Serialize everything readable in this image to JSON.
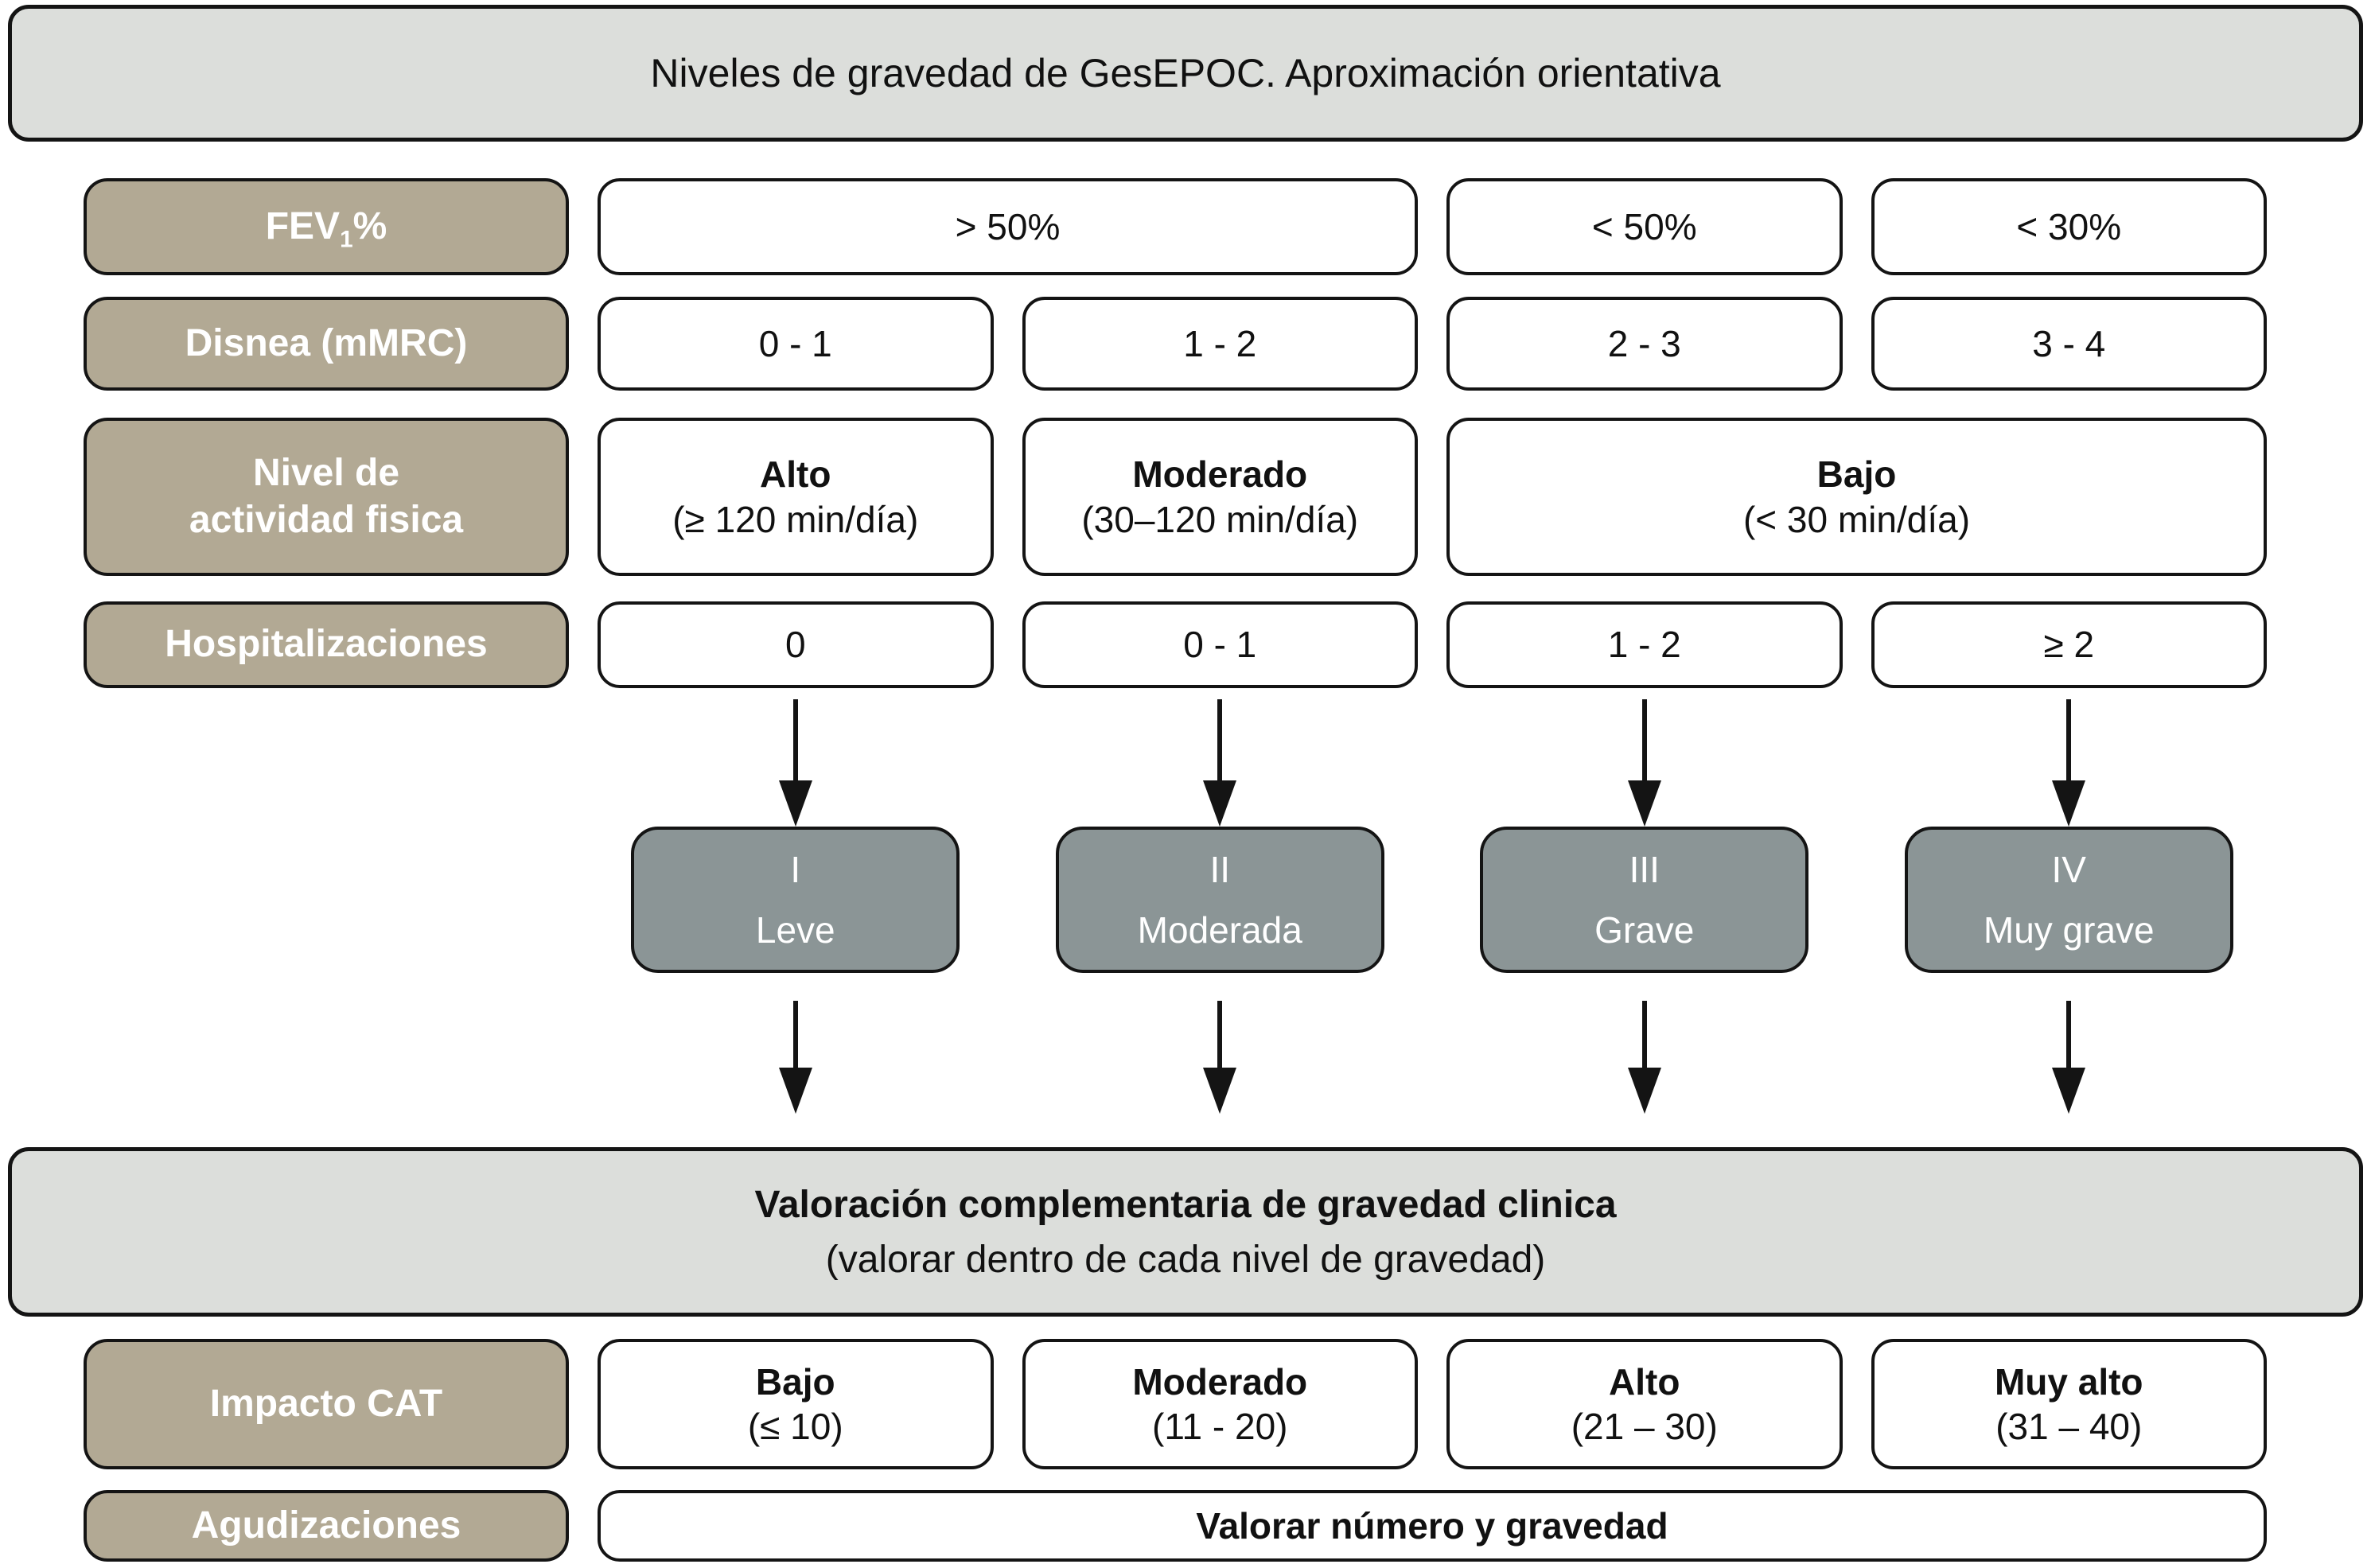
{
  "title": "Niveles de gravedad de GesEPOC. Aproximación orientativa",
  "colors": {
    "label_bg": "#b2a994",
    "panel_bg": "#dcdedb",
    "level_bg": "#8b9596",
    "border": "#141414",
    "label_text": "#ffffff"
  },
  "criteria": {
    "fev": {
      "label_pre": "FEV",
      "label_sub": "1",
      "label_post": "%",
      "values": [
        "> 50%",
        "< 50%",
        "< 30%"
      ]
    },
    "disnea": {
      "label": "Disnea (mMRC)",
      "values": [
        "0 - 1",
        "1 - 2",
        "2 - 3",
        "3 - 4"
      ]
    },
    "actividad": {
      "label_line1": "Nivel de",
      "label_line2": "actividad fisica",
      "values": [
        {
          "line1": "Alto",
          "line2": "(≥ 120 min/día)"
        },
        {
          "line1": "Moderado",
          "line2": "(30–120 min/día)"
        },
        {
          "line1": "Bajo",
          "line2": "(< 30 min/día)"
        }
      ]
    },
    "hosp": {
      "label": "Hospitalizaciones",
      "values": [
        "0",
        "0 - 1",
        "1 - 2",
        "≥ 2"
      ]
    }
  },
  "levels": [
    {
      "numeral": "I",
      "name": "Leve"
    },
    {
      "numeral": "II",
      "name": "Moderada"
    },
    {
      "numeral": "III",
      "name": "Grave"
    },
    {
      "numeral": "IV",
      "name": "Muy grave"
    }
  ],
  "assessment": {
    "line1": "Valoración complementaria de gravedad clinica",
    "line2": "(valorar dentro de cada nivel de gravedad)"
  },
  "cat": {
    "label": "Impacto CAT",
    "values": [
      {
        "line1": "Bajo",
        "line2": "(≤ 10)"
      },
      {
        "line1": "Moderado",
        "line2": "(11 - 20)"
      },
      {
        "line1": "Alto",
        "line2": "(21 – 30)"
      },
      {
        "line1": "Muy alto",
        "line2": "(31 – 40)"
      }
    ]
  },
  "agud": {
    "label": "Agudizaciones",
    "value": "Valorar número y gravedad"
  }
}
